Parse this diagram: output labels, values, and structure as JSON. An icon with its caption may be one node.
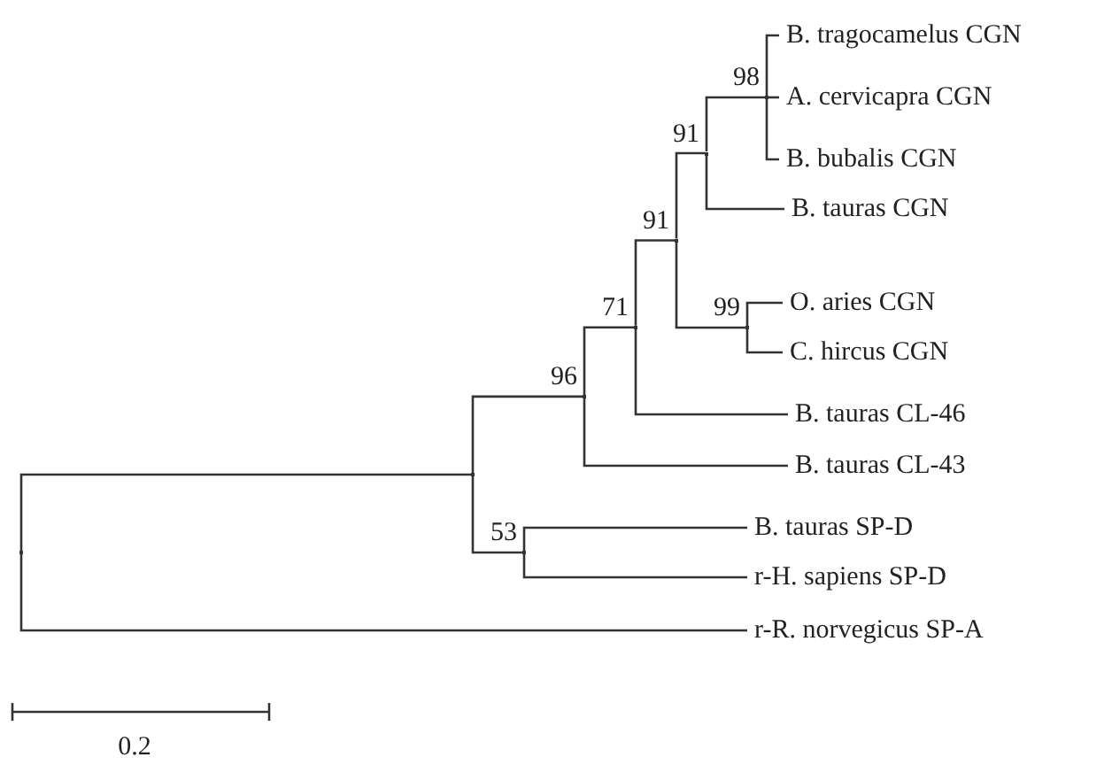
{
  "diagram": {
    "nodes": [
      {
        "text": [],
        "shape": "point"
      },
      {
        "text": [],
        "shape": "point"
      },
      {
        "text": [],
        "shape": "point",
        "beside": [
          "96"
        ]
      },
      {
        "text": [],
        "shape": "point",
        "beside": [
          "71"
        ]
      },
      {
        "text": [],
        "shape": "point",
        "beside": [
          "91"
        ]
      },
      {
        "text": [],
        "shape": "point",
        "beside": [
          "91"
        ]
      },
      {
        "text": [],
        "shape": "point",
        "beside": [
          "98"
        ]
      },
      {
        "text": [
          "B. tragocamelus CGN"
        ]
      },
      {
        "text": [
          "A. cervicapra CGN"
        ]
      },
      {
        "text": [
          "B. bubalis CGN"
        ]
      },
      {
        "text": [
          "B. tauras CGN"
        ]
      },
      {
        "text": [],
        "shape": "point",
        "beside": [
          "99"
        ]
      },
      {
        "text": [
          "O. aries CGN"
        ]
      },
      {
        "text": [
          "C. hircus CGN"
        ]
      },
      {
        "text": [
          "B. tauras CL-46"
        ]
      },
      {
        "text": [
          "B. tauras CL-43"
        ]
      },
      {
        "text": [],
        "shape": "point",
        "beside": [
          "53"
        ]
      },
      {
        "text": [
          "B. tauras SP-D"
        ]
      },
      {
        "text": [
          "r-H. sapiens SP-D"
        ]
      },
      {
        "text": [
          "r-R. norvegicus SP-A"
        ]
      }
    ],
    "edges": [
      {
        "from": 0,
        "to": 1,
        "arrow": "none"
      },
      {
        "from": 0,
        "to": 19,
        "arrow": "none"
      },
      {
        "from": 1,
        "to": 2,
        "arrow": "none"
      },
      {
        "from": 1,
        "to": 16,
        "arrow": "none"
      },
      {
        "from": 2,
        "to": 3,
        "arrow": "none"
      },
      {
        "from": 2,
        "to": 15,
        "arrow": "none"
      },
      {
        "from": 3,
        "to": 4,
        "arrow": "none"
      },
      {
        "from": 3,
        "to": 14,
        "arrow": "none"
      },
      {
        "from": 4,
        "to": 5,
        "arrow": "none"
      },
      {
        "from": 4,
        "to": 11,
        "arrow": "none"
      },
      {
        "from": 5,
        "to": 6,
        "arrow": "none"
      },
      {
        "from": 5,
        "to": 10,
        "arrow": "none"
      },
      {
        "from": 6,
        "to": 7,
        "arrow": "none"
      },
      {
        "from": 6,
        "to": 8,
        "arrow": "none"
      },
      {
        "from": 6,
        "to": 9,
        "arrow": "none"
      },
      {
        "from": 11,
        "to": 12,
        "arrow": "none"
      },
      {
        "from": 11,
        "to": 13,
        "arrow": "none"
      },
      {
        "from": 16,
        "to": 17,
        "arrow": "none"
      },
      {
        "from": 16,
        "to": 18,
        "arrow": "none"
      }
    ],
    "labels": [
      "0.2"
    ]
  }
}
